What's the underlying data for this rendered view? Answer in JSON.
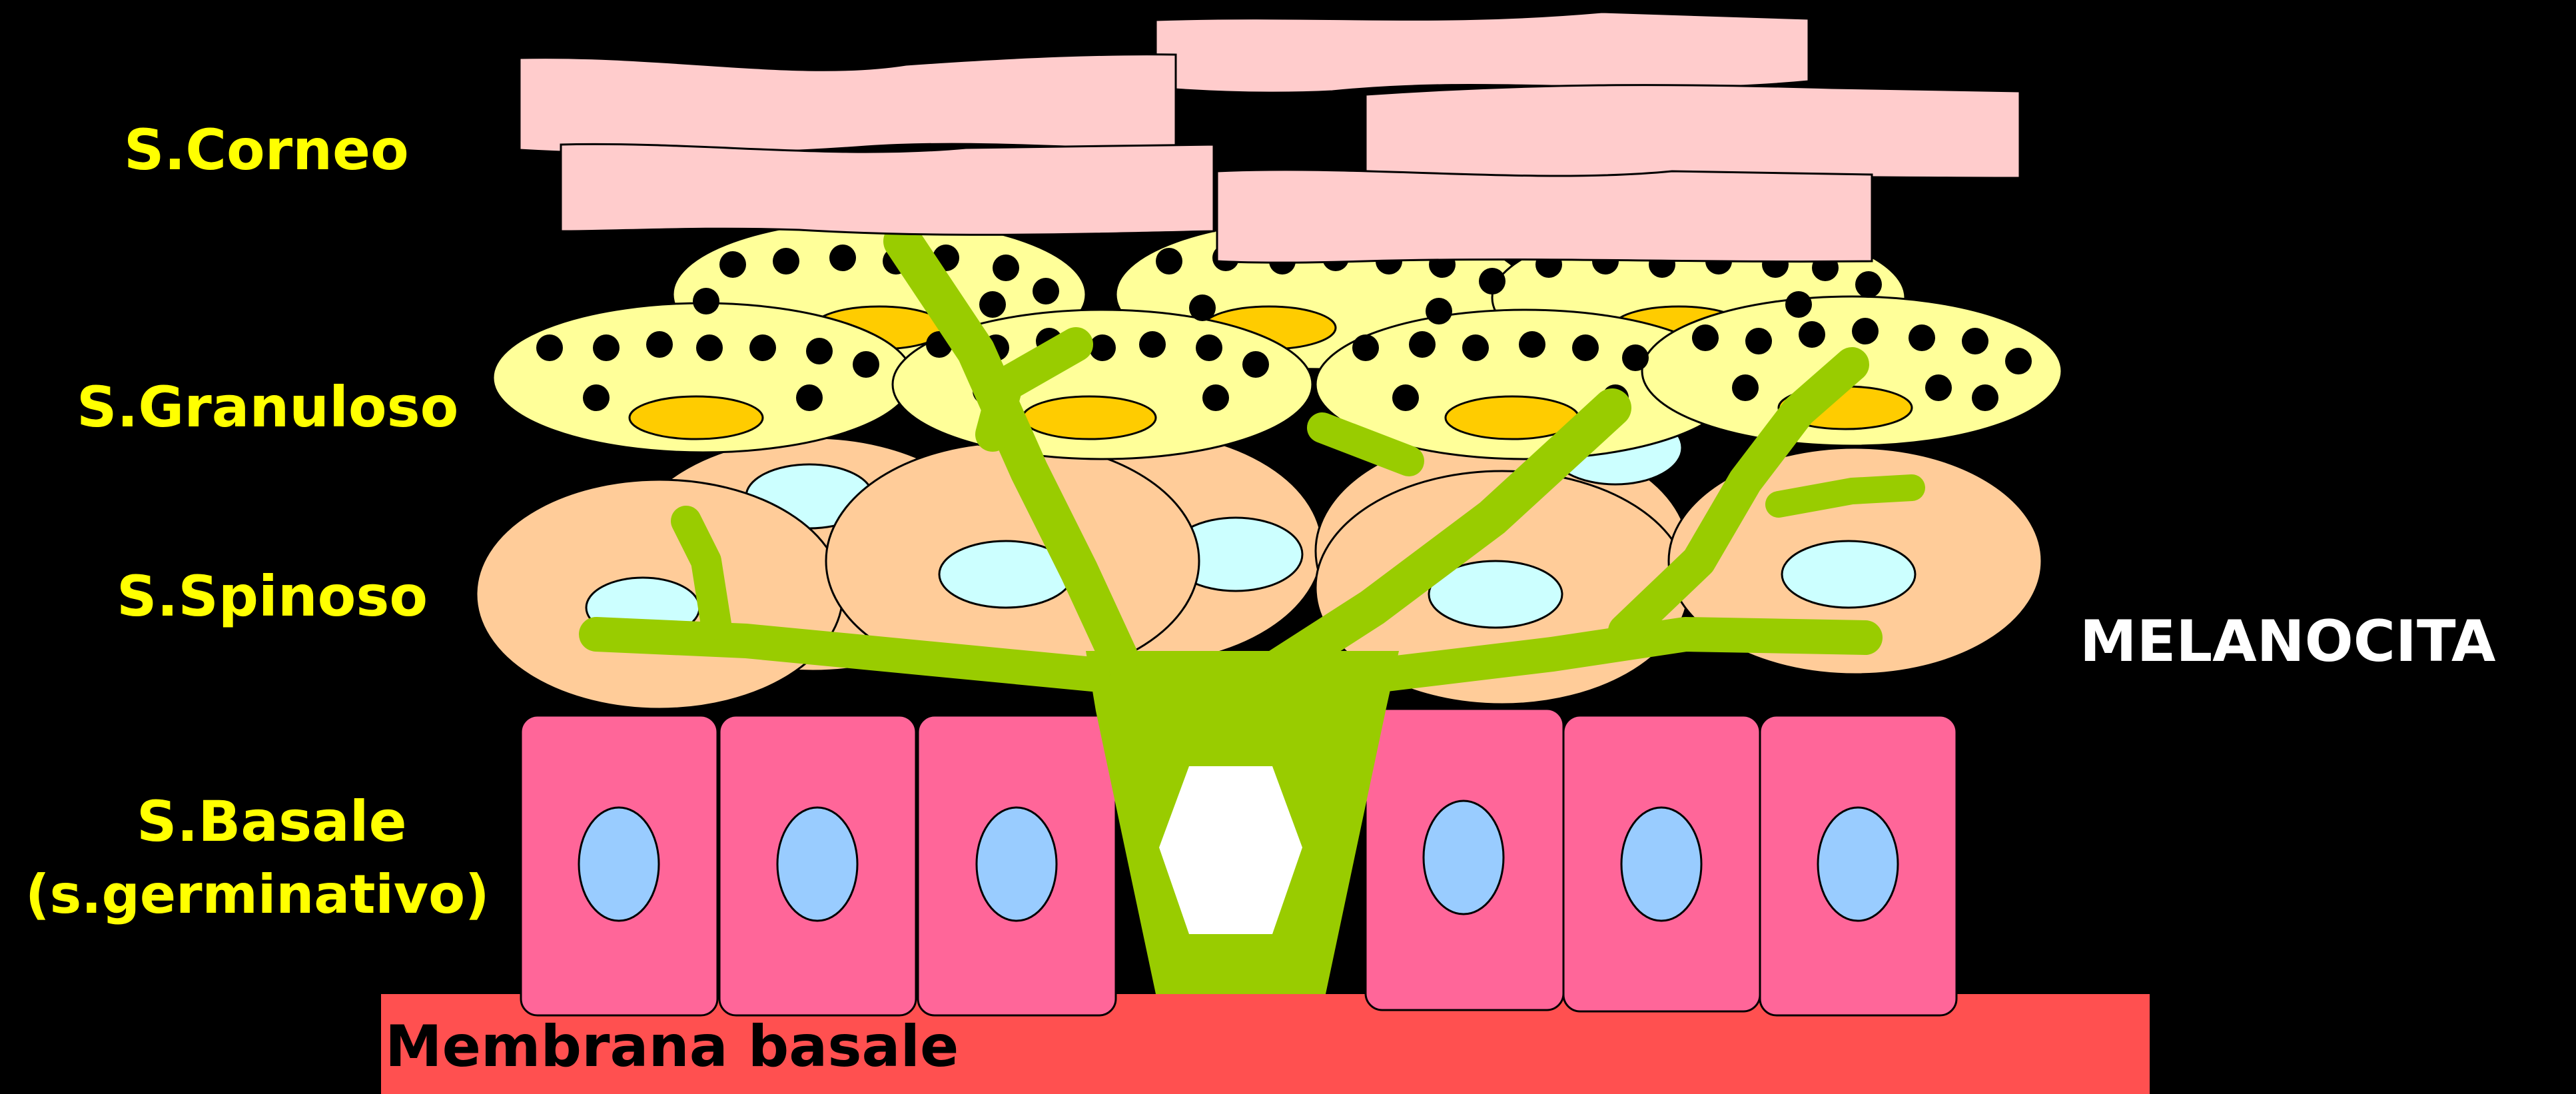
{
  "colors": {
    "background": "#000000",
    "label_yellow": "#FFFF00",
    "label_white": "#FFFFFF",
    "corneum": "#FFCCCC",
    "granular_cell": "#FFFF99",
    "granular_nucleus": "#FFCC00",
    "spinous_cell": "#FFCC99",
    "spinous_nucleus": "#CCFFFF",
    "basal_cell": "#FF6699",
    "basal_nucleus": "#99CCFF",
    "melanocyte": "#99CC00",
    "membrane": "#FF5050"
  },
  "labels": {
    "corneo": "S.Corneo",
    "granuloso": "S.Granuloso",
    "spinoso": "S.Spinoso",
    "basale_line1": "S.Basale",
    "basale_line2": "(s.germinativo)",
    "melanocita": "MELANOCITA",
    "membrana": "Membrana basale"
  }
}
